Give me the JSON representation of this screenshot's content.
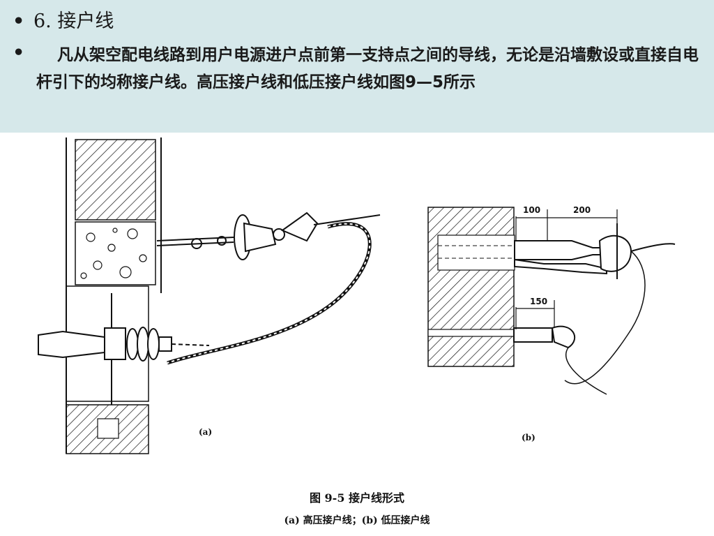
{
  "slide": {
    "heading_bullet": "•",
    "heading": "6. 接户线",
    "paragraph_bullet": "•",
    "paragraph": "凡从架空配电线路到用户电源进户点前第一支持点之间的导线，无论是沿墙敷设或直接自电杆引下的均称接户线。高压接户线和低压接户线如图9—5所示"
  },
  "figure": {
    "label_a": "(a)",
    "label_b": "(b)",
    "dim_100": "100",
    "dim_200": "200",
    "dim_150": "150",
    "caption_title": "图 9-5    接户线形式",
    "caption_sub": "(a) 高压接户线；(b) 低压接户线"
  },
  "colors": {
    "header_bg": "#d6e8ea",
    "ink": "#111111"
  }
}
